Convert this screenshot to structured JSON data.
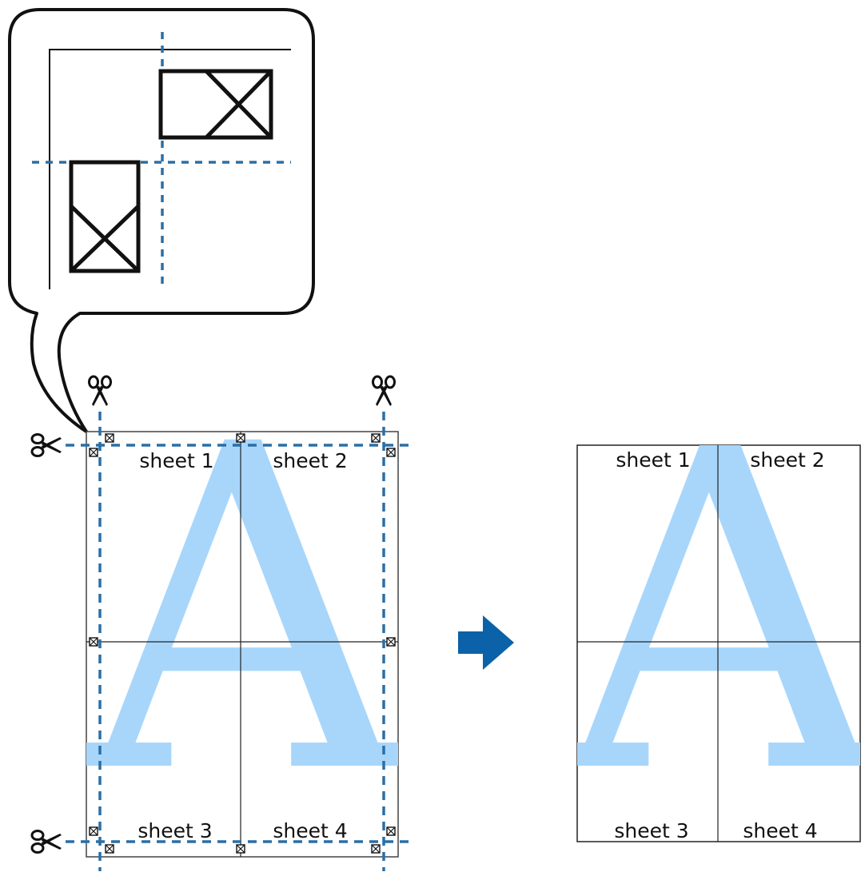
{
  "colors": {
    "cut_line": "#2a6fa6",
    "letter": "#a8d6fb",
    "arrow": "#0b62a8",
    "stroke": "#111111",
    "page_border": "#444444"
  },
  "icons": {
    "scissors": "scissors-icon",
    "crop_mark": "crop-mark-icon",
    "arrow": "right-arrow-icon"
  },
  "letter": "A",
  "before": {
    "sheets": [
      {
        "label": "sheet 1"
      },
      {
        "label": "sheet 2"
      },
      {
        "label": "sheet 3"
      },
      {
        "label": "sheet 4"
      }
    ]
  },
  "after": {
    "sheets": [
      {
        "label": "sheet 1"
      },
      {
        "label": "sheet 2"
      },
      {
        "label": "sheet 3"
      },
      {
        "label": "sheet 4"
      }
    ]
  }
}
